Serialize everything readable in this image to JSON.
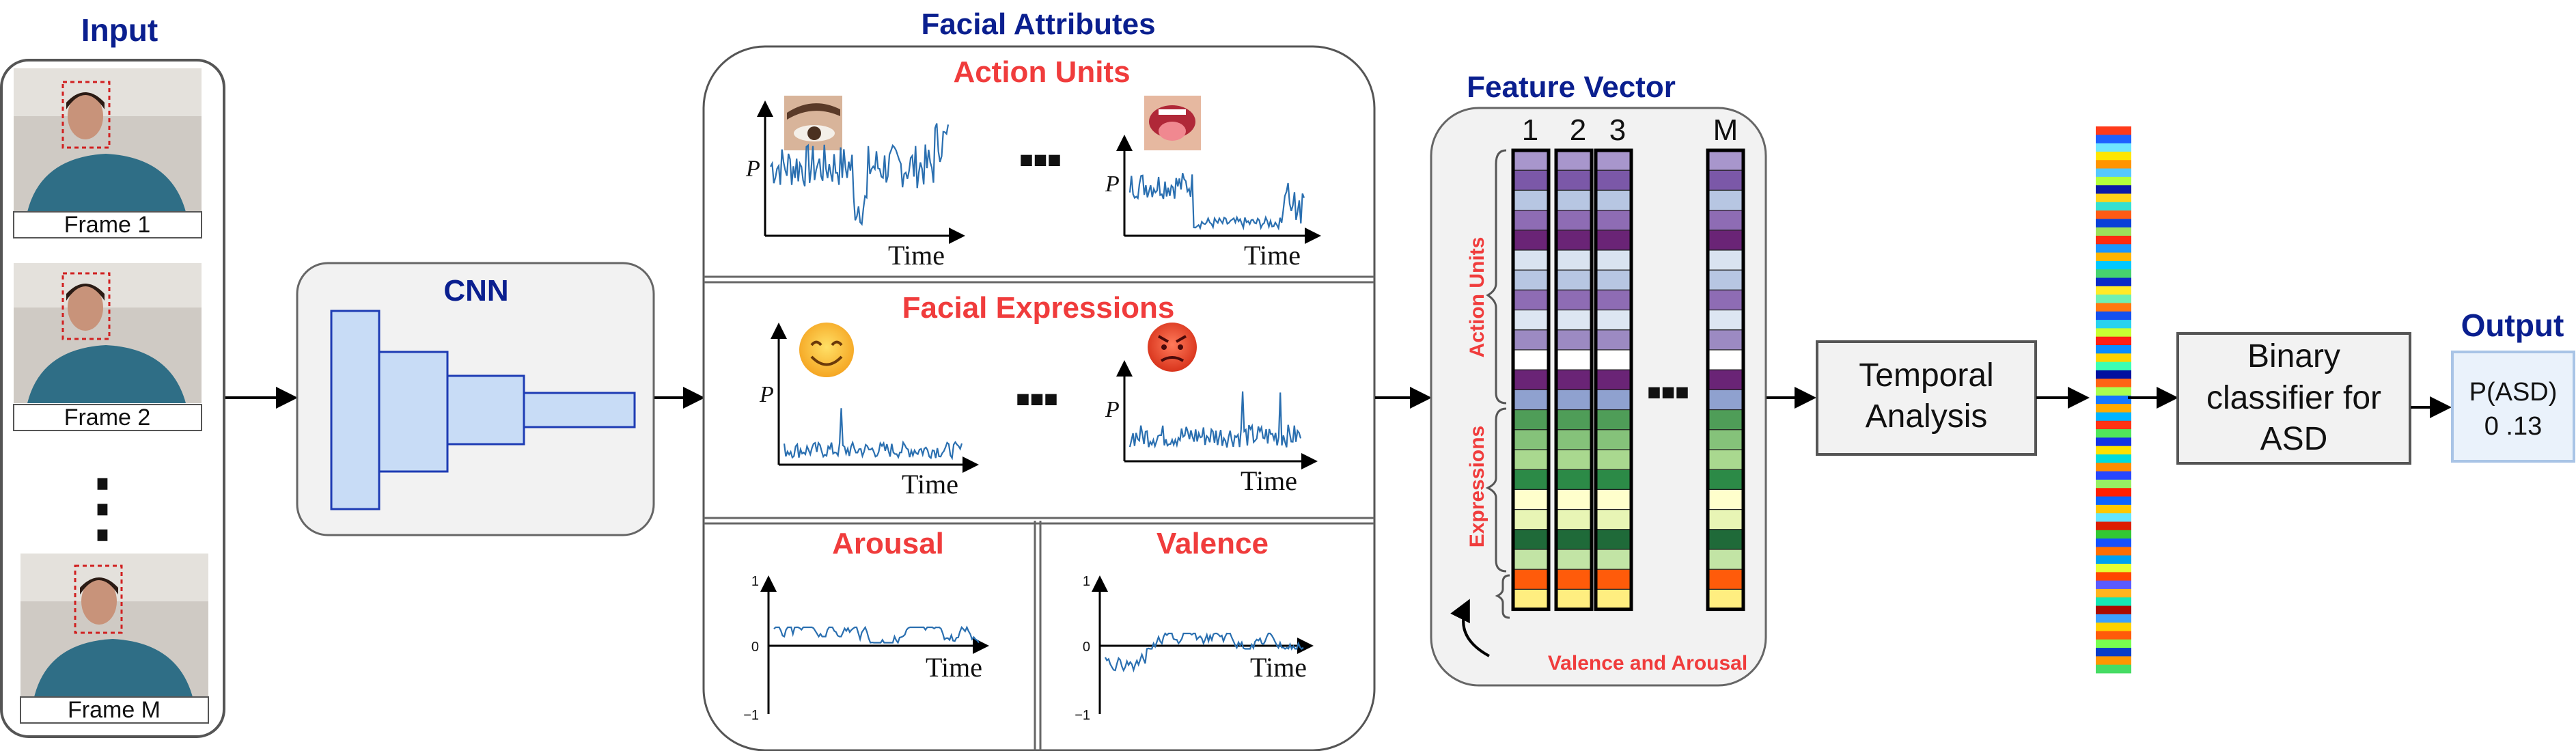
{
  "input": {
    "title": "Input",
    "frames": [
      "Frame 1",
      "Frame 2",
      "Frame M"
    ],
    "ellipsis": "⋮"
  },
  "cnn": {
    "title": "CNN"
  },
  "facial_attributes": {
    "title": "Facial Attributes",
    "action_units": {
      "title": "Action Units"
    },
    "facial_expressions": {
      "title": "Facial Expressions"
    },
    "arousal": {
      "title": "Arousal"
    },
    "valence": {
      "title": "Valence"
    },
    "time_label": "Time",
    "p_label": "P",
    "tick_top": "1",
    "tick_mid": "0",
    "tick_bottom": "−1",
    "ellipsis": "■■■"
  },
  "feature_vector": {
    "title": "Feature Vector",
    "columns": [
      "1",
      "2",
      "3",
      "M"
    ],
    "side_labels": {
      "action_units": "Action Units",
      "expressions": "Expressions"
    },
    "valence_arousal_label": "Valence and Arousal",
    "ellipsis": "■■■",
    "cell_colors": [
      "#a896cc",
      "#7b58a8",
      "#b7c6e2",
      "#8e6cb4",
      "#6a2476",
      "#d9e3f0",
      "#b7c6e2",
      "#8e6cb4",
      "#dde6f2",
      "#9c8ac2",
      "#ffffff",
      "#6a2476",
      "#8fa1cf",
      "#4f9d58",
      "#85c27a",
      "#a9d88f",
      "#2c8a47",
      "#ffffcc",
      "#e8f5b5",
      "#1f6a39",
      "#c2e4a5",
      "#ff5b0a",
      "#ffee80"
    ]
  },
  "temporal_analysis": {
    "label_lines": [
      "Temporal",
      "Analysis"
    ]
  },
  "classifier": {
    "label_lines": [
      "Binary",
      "classifier for",
      "ASD"
    ]
  },
  "output": {
    "title": "Output",
    "label": "P(ASD)",
    "value": "0 .13"
  },
  "heat_strip_colors": [
    "#ff3a1a",
    "#1e60ff",
    "#6fe6ff",
    "#ffe600",
    "#ff9400",
    "#55c8ff",
    "#b4ff3c",
    "#0a1aa8",
    "#ffd21a",
    "#35e0d2",
    "#ff5a14",
    "#0a40d8",
    "#9ce05a",
    "#ff2a10",
    "#1a96ff",
    "#ffb400",
    "#00c8ff",
    "#46d26e",
    "#0a2ac8",
    "#ffea28",
    "#6ef0b4",
    "#ff7810",
    "#1450f0",
    "#28d2f0",
    "#c8ff32",
    "#ff1e14",
    "#0a8cff",
    "#ffd200",
    "#3cffb4",
    "#0010a0",
    "#ff6414",
    "#a8ff50",
    "#1478ff",
    "#ffaa00",
    "#00b4ff",
    "#ff3214",
    "#50e65a",
    "#1432e6",
    "#ffe100",
    "#00dcdc",
    "#ff8c00",
    "#2846ff",
    "#96f064",
    "#ff1e00",
    "#0a64ff",
    "#ffc800",
    "#64e6ff",
    "#dc1e00",
    "#32c832",
    "#1450ff",
    "#ff6e00",
    "#00a0f0",
    "#e6ff32",
    "#ff4600",
    "#5a5aff",
    "#ffb41e",
    "#14e6b4",
    "#aa0a00",
    "#3ca0ff",
    "#ffd200",
    "#ff5a0a",
    "#78ff50",
    "#0a3cc8",
    "#ff9600",
    "#46dc64"
  ]
}
